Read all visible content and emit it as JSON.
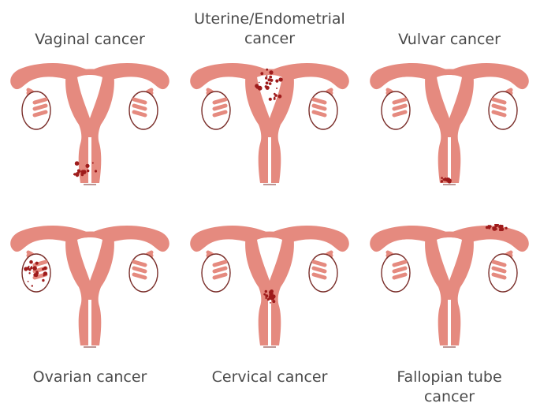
{
  "colors": {
    "organ": "#e58a7f",
    "outline": "#7a2e2a",
    "tumor": "#9e1b1b",
    "text": "#4a4a4a"
  },
  "panels": [
    {
      "label_lines": [
        "Vaginal cancer"
      ],
      "label_position": "top",
      "tumor_site": "vagina"
    },
    {
      "label_lines": [
        "Uterine/Endometrial",
        "cancer"
      ],
      "label_position": "top",
      "tumor_site": "uterus"
    },
    {
      "label_lines": [
        "Vulvar cancer"
      ],
      "label_position": "top",
      "tumor_site": "vulva"
    },
    {
      "label_lines": [
        "Ovarian cancer"
      ],
      "label_position": "bottom",
      "tumor_site": "ovary"
    },
    {
      "label_lines": [
        "Cervical cancer"
      ],
      "label_position": "bottom",
      "tumor_site": "cervix"
    },
    {
      "label_lines": [
        "Fallopian tube",
        "cancer"
      ],
      "label_position": "bottom",
      "tumor_site": "fallopian-tube"
    }
  ]
}
